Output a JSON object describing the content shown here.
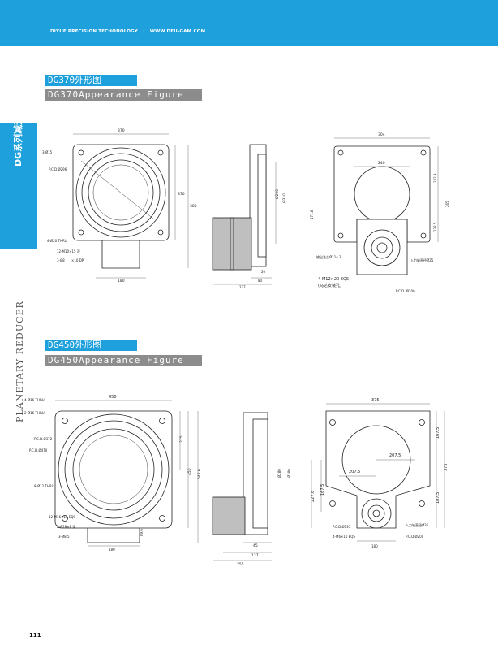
{
  "header": {
    "company": "DIYUE PRECISION TECHONOLOGY",
    "separator": "|",
    "website": "WWW.DEU-GAM.COM"
  },
  "side_tab": {
    "label": "DG系列减速机"
  },
  "side_vertical": {
    "label": "PLANETARY REDUCER"
  },
  "page_number": "111",
  "sections": [
    {
      "title": "DG370外形图",
      "subtitle": "DG370Appearance Figure",
      "front": {
        "dims": [
          "370",
          "370",
          "380",
          "180"
        ],
        "labels": [
          "3-Ø15",
          "P.C.D.Ø296",
          "4-Ø20 THRU",
          "12-M10×15 深",
          "3-Ø8",
          "×10 DP"
        ]
      },
      "side": {
        "dims": [
          "Ø200",
          "Ø310",
          "20",
          "80",
          "237"
        ]
      },
      "top": {
        "dims": [
          "304",
          "240",
          "132.9",
          "132.5",
          "265",
          "171.6"
        ],
        "labels": [
          "输出法兰Ø114.3",
          "入力轴直径Ø35",
          "4-M12×20 EQS",
          "(马达安装孔)",
          "P.C.D. Ø200"
        ]
      }
    },
    {
      "title": "DG450外形图",
      "subtitle": "DG450Appearance Figure",
      "front": {
        "dims": [
          "450",
          "225",
          "450",
          "542.6",
          "180",
          "89.6"
        ],
        "labels": [
          "4-Ø16 THRU",
          "2-Ø16 THRU",
          "P.C.D.Ø372",
          "P.C.D.Ø470",
          "8-Ø12 THRU",
          "12-M16×15 EQS",
          "2-Ø28×8 深",
          "3-Ø8.5"
        ]
      },
      "side": {
        "dims": [
          "Ø280",
          "Ø380",
          "45",
          "127",
          "255"
        ]
      },
      "top": {
        "dims": [
          "375",
          "207.5",
          "167.5",
          "375",
          "207.5",
          "227.6",
          "167.5",
          "187.5",
          "180"
        ],
        "labels": [
          "P.C.D.Ø135",
          "4-M6×10 EQS",
          "入力轴直径Ø35",
          "P.C.D.Ø200"
        ]
      }
    }
  ]
}
